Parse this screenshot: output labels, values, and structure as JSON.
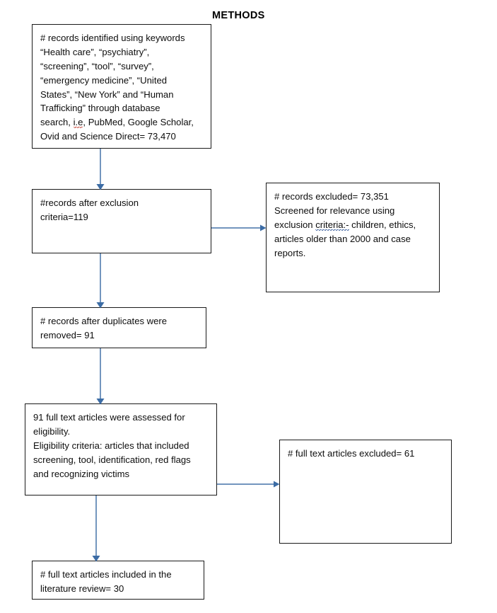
{
  "diagram": {
    "title": "METHODS",
    "type": "prisma-flow-diagram",
    "colors": {
      "box_border": "#1a1a1a",
      "connector": "#4472a8",
      "arrowhead": "#3c6ca5",
      "background": "#ffffff",
      "text": "#0d0d0d",
      "spellcheck_red": "#c0392b",
      "grammarcheck_blue": "#2f5597"
    },
    "boxes": {
      "identified": {
        "name": "records-identified",
        "lines": [
          "# records identified using keywords",
          "“Health care”, “psychiatry”,",
          "“screening”, “tool”, “survey”,",
          "“emergency medicine”, “United",
          "States”, “New York” and “Human",
          "Trafficking” through database"
        ],
        "line7_pre": "search, ",
        "line7_flagged": "i.e",
        "line7_post": ", PubMed, Google Scholar,",
        "line8": "Ovid and Science Direct= 73,470",
        "count": 73470
      },
      "after_exclusion": {
        "name": "records-after-exclusion-criteria",
        "lines": [
          "#records after exclusion",
          "criteria=119"
        ],
        "count": 119
      },
      "excluded": {
        "name": "records-excluded",
        "line1": "# records excluded= 73,351",
        "line2": "Screened for relevance using",
        "line3_pre": "exclusion ",
        "line3_flagged": "criteria:-",
        "line3_post": " children, ethics,",
        "line4": "articles older than 2000  and case",
        "line5": "reports.",
        "count": 73351
      },
      "duplicates_removed": {
        "name": "records-after-duplicates-removed",
        "lines": [
          "# records after duplicates were",
          "removed= 91"
        ],
        "count": 91
      },
      "full_text_assessed": {
        "name": "full-text-articles-assessed",
        "lines": [
          "91 full text articles were assessed for",
          "eligibility.",
          "Eligibility criteria: articles that included",
          "screening, tool, identification, red flags",
          "and recognizing victims"
        ],
        "count": 91
      },
      "full_text_excluded": {
        "name": "full-text-articles-excluded",
        "lines": [
          "# full text articles excluded= 61"
        ],
        "count": 61
      },
      "included": {
        "name": "full-text-articles-included",
        "lines": [
          "# full text articles included in the",
          "literature review= 30"
        ],
        "count": 30
      }
    },
    "connectors": [
      {
        "name": "arrow-identified-to-after-exclusion",
        "direction": "down"
      },
      {
        "name": "arrow-after-exclusion-to-excluded",
        "direction": "right"
      },
      {
        "name": "arrow-after-exclusion-to-duplicates",
        "direction": "down"
      },
      {
        "name": "arrow-duplicates-to-fulltext",
        "direction": "down"
      },
      {
        "name": "arrow-fulltext-to-ft-excluded",
        "direction": "right"
      },
      {
        "name": "arrow-fulltext-to-included",
        "direction": "down"
      }
    ]
  },
  "chart_data": {
    "type": "diagram",
    "title": "METHODS",
    "stages": [
      {
        "label": "Records identified through database search",
        "value": 73470
      },
      {
        "label": "Records after exclusion criteria",
        "value": 119
      },
      {
        "label": "Records excluded",
        "value": 73351
      },
      {
        "label": "Records after duplicates removed",
        "value": 91
      },
      {
        "label": "Full text articles assessed for eligibility",
        "value": 91
      },
      {
        "label": "Full text articles excluded",
        "value": 61
      },
      {
        "label": "Full text articles included in literature review",
        "value": 30
      }
    ]
  }
}
